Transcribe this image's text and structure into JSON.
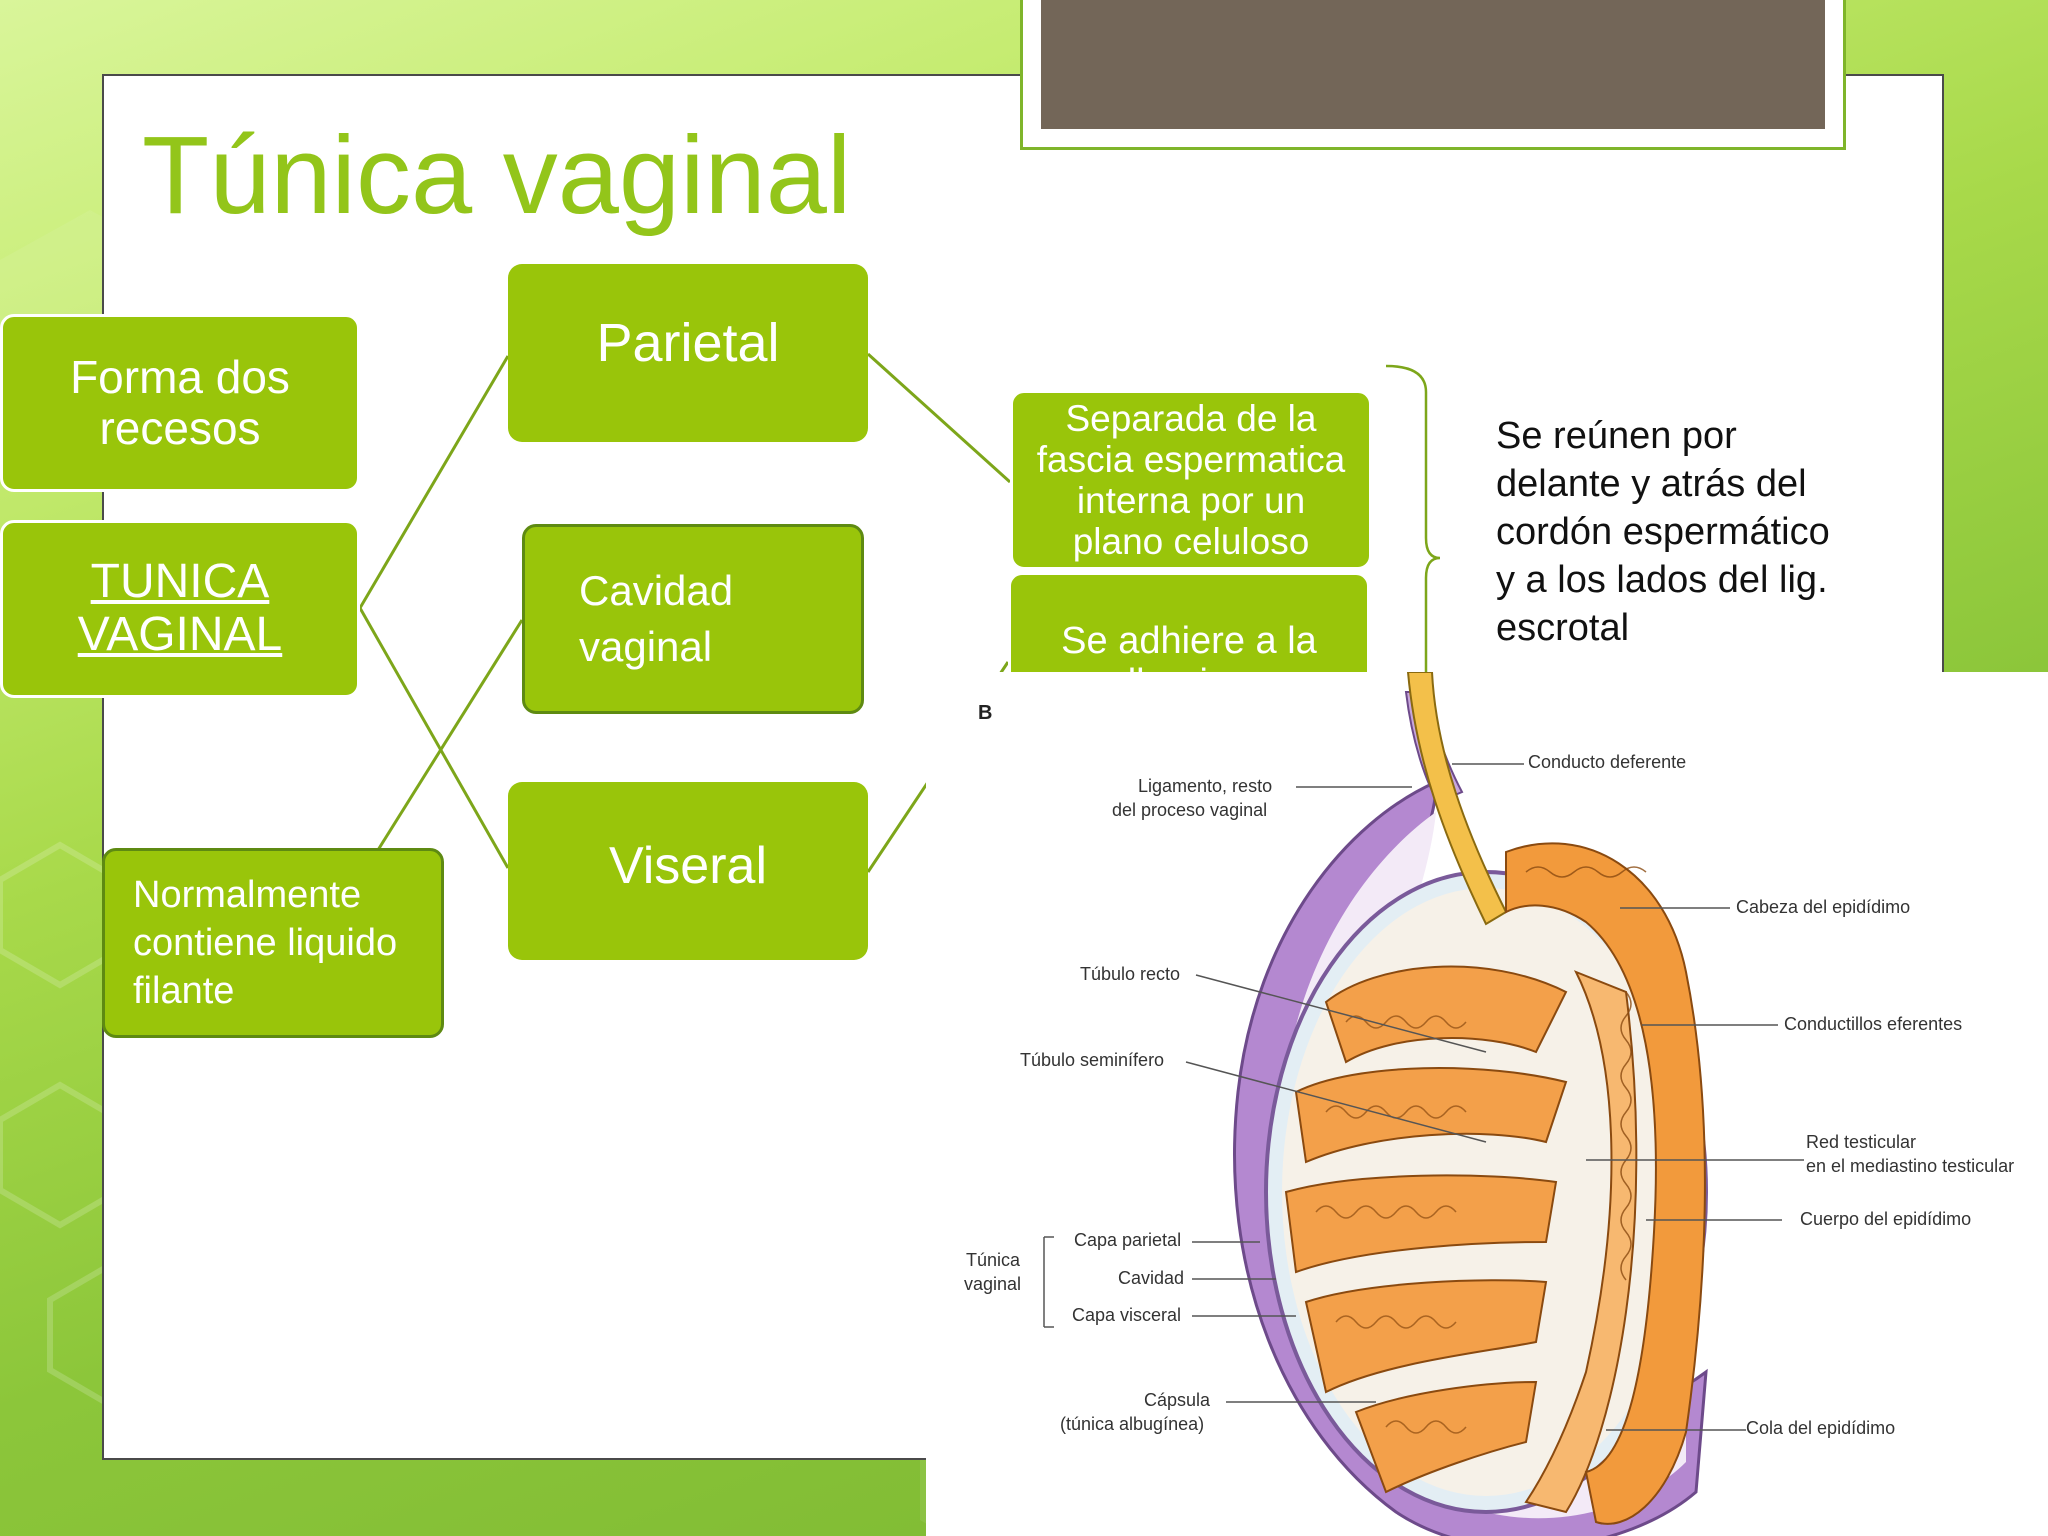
{
  "title": "Túnica vaginal",
  "boxes": {
    "forma": "Forma dos recesos",
    "tunica_line1": "TUNICA",
    "tunica_line2": "VAGINAL",
    "parietal": "Parietal",
    "cavidad_line1": "Cavidad",
    "cavidad_line2": "vaginal",
    "viseral": "Viseral",
    "normalmente_line1": "Normalmente",
    "normalmente_line2": "contiene liquido",
    "normalmente_line3": "filante",
    "separada_line1": "Separada de la",
    "separada_line2": "fascia espermatica",
    "separada_line3": "interna por un",
    "separada_line4": "plano celuloso",
    "adhiere_line1": "Se adhiere a la",
    "adhiere_line2": "albuginea"
  },
  "note": {
    "line1": "Se reúnen por",
    "line2": "delante y atrás del",
    "line3": "cordón espermático",
    "line4": "y a los lados del lig.",
    "line5": "escrotal"
  },
  "figure": {
    "panel": "B",
    "labels": {
      "conducto_deferente": "Conducto deferente",
      "ligamento_1": "Ligamento, resto",
      "ligamento_2": "del proceso vaginal",
      "cabeza": "Cabeza del epidídimo",
      "tubulo_recto": "Túbulo recto",
      "conductillos": "Conductillos eferentes",
      "tubulo_seminifero": "Túbulo seminífero",
      "red_1": "Red testicular",
      "red_2": "en el mediastino testicular",
      "cuerpo": "Cuerpo del epidídimo",
      "tunica_1": "Túnica",
      "tunica_2": "vaginal",
      "capa_parietal": "Capa parietal",
      "cavidad": "Cavidad",
      "capa_visceral": "Capa visceral",
      "capsula_1": "Cápsula",
      "capsula_2": "(túnica albugínea)",
      "cola": "Cola del epidídimo"
    }
  },
  "colors": {
    "accent_green": "#99c50a",
    "title_green": "#93c51a",
    "tubule_orange": "#f29a3c",
    "membrane_purple": "#a77ac6"
  }
}
